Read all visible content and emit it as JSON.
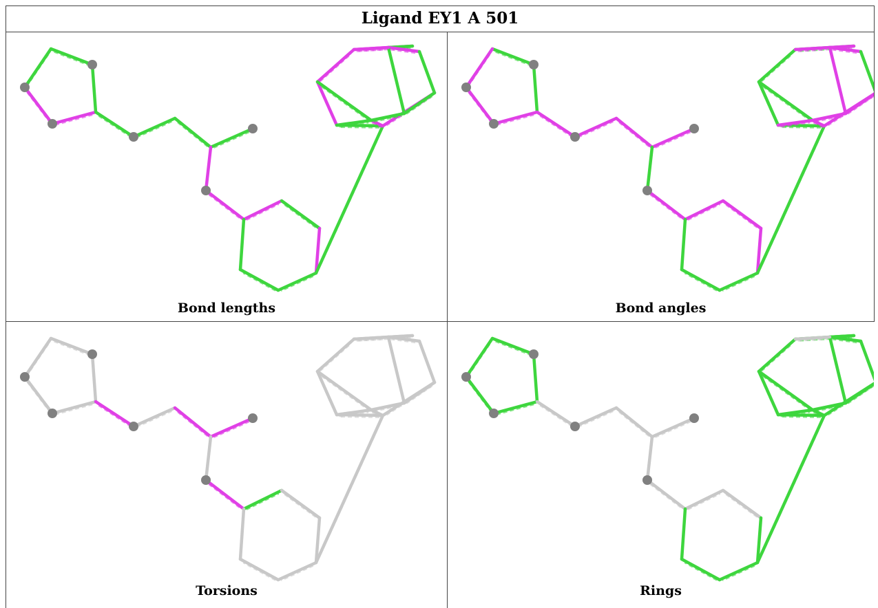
{
  "title": "Ligand EY1 A 501",
  "colors": {
    "green": "#3ed63e",
    "magenta": "#e040e6",
    "grey": "#c8c8c8",
    "atom": "#808080"
  },
  "panels": [
    {
      "caption": "Bond lengths",
      "bond_colors": [
        "g",
        "g",
        "m",
        "m",
        "g",
        "g",
        "g",
        "g",
        "g",
        "m",
        "m",
        "m",
        "g",
        "m",
        "g",
        "g",
        "g",
        "g",
        "g",
        "m",
        "m",
        "m",
        "g",
        "m",
        "g",
        "m",
        "g",
        "m",
        "g",
        "g",
        "g",
        "m",
        "g"
      ]
    },
    {
      "caption": "Bond angles",
      "bond_colors": [
        "g",
        "g",
        "m",
        "m",
        "m",
        "m",
        "m",
        "m",
        "m",
        "g",
        "m",
        "m",
        "m",
        "m",
        "g",
        "g",
        "g",
        "g",
        "g",
        "g",
        "g",
        "g",
        "m",
        "m",
        "g",
        "m",
        "g",
        "m",
        "m",
        "m",
        "m",
        "m",
        "m"
      ]
    },
    {
      "caption": "Torsions",
      "bond_colors": [
        "x",
        "x",
        "x",
        "x",
        "x",
        "m",
        "x",
        "m",
        "m",
        "x",
        "m",
        "g",
        "x",
        "x",
        "x",
        "x",
        "x",
        "x",
        "x",
        "x",
        "x",
        "x",
        "x",
        "x",
        "x",
        "x",
        "x",
        "x",
        "x",
        "x",
        "x",
        "x",
        "x"
      ]
    },
    {
      "caption": "Rings",
      "bond_colors": [
        "g",
        "g",
        "g",
        "g",
        "g",
        "x",
        "x",
        "x",
        "x",
        "x",
        "x",
        "x",
        "x",
        "g",
        "g",
        "g",
        "g",
        "g",
        "g",
        "g",
        "g",
        "g",
        "g",
        "g",
        "g",
        "g",
        "g",
        "g",
        "g",
        "g",
        "g",
        "x",
        "g"
      ]
    }
  ]
}
